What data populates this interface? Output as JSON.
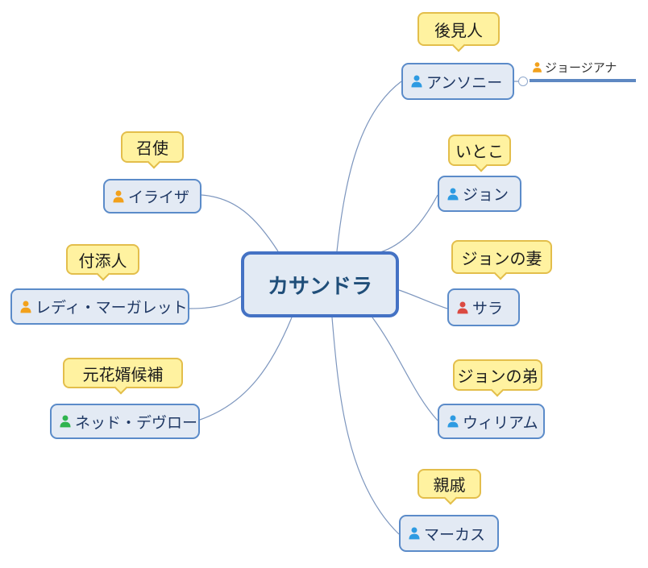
{
  "root": {
    "label": "カサンドラ"
  },
  "topics": [
    {
      "callout": "後見人",
      "label": "アンソニー",
      "icon": "person-icon",
      "icon_color": "#2E9BE2"
    },
    {
      "callout": "いとこ",
      "label": "ジョン",
      "icon": "person-icon",
      "icon_color": "#2E9BE2"
    },
    {
      "callout": "ジョンの妻",
      "label": "サラ",
      "icon": "person-icon",
      "icon_color": "#DB4A42"
    },
    {
      "callout": "ジョンの弟",
      "label": "ウィリアム",
      "icon": "person-icon",
      "icon_color": "#2E9BE2"
    },
    {
      "callout": "親戚",
      "label": "マーカス",
      "icon": "person-icon",
      "icon_color": "#2E9BE2"
    },
    {
      "callout": "召使",
      "label": "イライザ",
      "icon": "person-icon",
      "icon_color": "#F2A11C"
    },
    {
      "callout": "付添人",
      "label": "レディ・マーガレット",
      "icon": "person-icon",
      "icon_color": "#F2A11C"
    },
    {
      "callout": "元花婿候補",
      "label": "ネッド・デヴロー",
      "icon": "person-icon",
      "icon_color": "#2FB44F"
    }
  ],
  "subtopic": {
    "label": "ジョージアナ",
    "icon": "person-icon",
    "icon_color": "#F2A11C"
  },
  "colors": {
    "branch": "#7D96BE",
    "topic_fill": "#E3EAF4",
    "topic_border": "#5B8BC9",
    "root_fill": "#E2EAF4",
    "root_border": "#4472C4",
    "callout_fill": "#FFF2A0",
    "callout_border": "#E3BE4B",
    "subtopic_underline": "#5E88C2",
    "icon_blue": "#2E9BE2",
    "icon_orange": "#F2A11C",
    "icon_red": "#DB4A42",
    "icon_green": "#2FB44F"
  }
}
